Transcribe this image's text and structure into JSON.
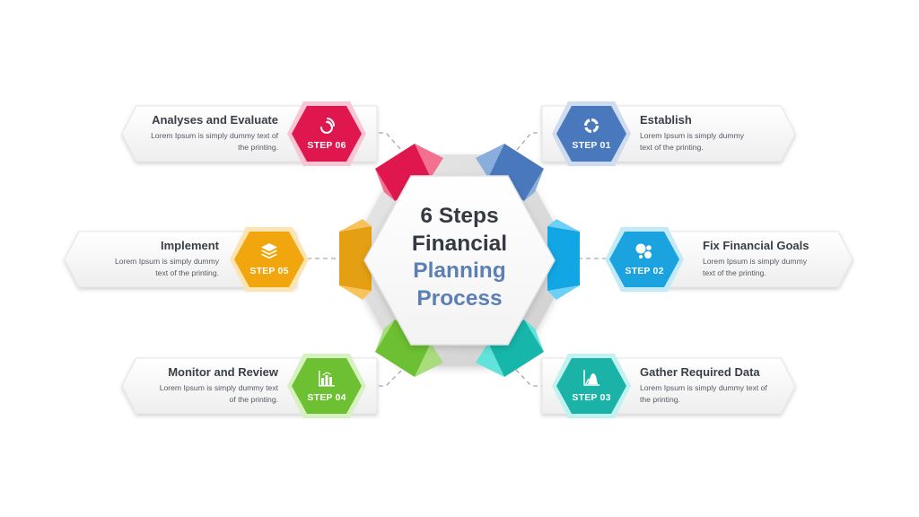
{
  "center": {
    "line1": "6 Steps",
    "line2": "Financial",
    "line3": "Planning",
    "line4": "Process",
    "dark_color": "#353a42",
    "accent_color": "#5c7fb6"
  },
  "steps": [
    {
      "step": "STEP 01",
      "title": "Establish",
      "desc1": "Lorem Ipsum is simply dummy",
      "desc2": "text of the printing.",
      "color": "#4a78bd",
      "icon": "refresh-cycle-icon"
    },
    {
      "step": "STEP 02",
      "title": "Fix Financial Goals",
      "desc1": "Lorem Ipsum is simply dummy",
      "desc2": "text of the printing.",
      "color": "#1ba3df",
      "icon": "bubbles-icon"
    },
    {
      "step": "STEP 03",
      "title": "Gather Required Data",
      "desc1": "Lorem Ipsum is simply dummy text of",
      "desc2": "the printing.",
      "color": "#1bb3a8",
      "icon": "area-chart-icon"
    },
    {
      "step": "STEP 04",
      "title": "Monitor and Review",
      "desc1": "Lorem Ipsum is simply dummy text",
      "desc2": "of the printing.",
      "color": "#6cc031",
      "icon": "bar-chart-icon"
    },
    {
      "step": "STEP 05",
      "title": "Implement",
      "desc1": "Lorem Ipsum is simply dummy",
      "desc2": "text of the printing.",
      "color": "#f0a60c",
      "icon": "layers-icon"
    },
    {
      "step": "STEP 06",
      "title": "Analyses and Evaluate",
      "desc1": "Lorem Ipsum is simply dummy text of",
      "desc2": "the printing.",
      "color": "#e0174f",
      "icon": "signal-arcs-icon"
    }
  ]
}
